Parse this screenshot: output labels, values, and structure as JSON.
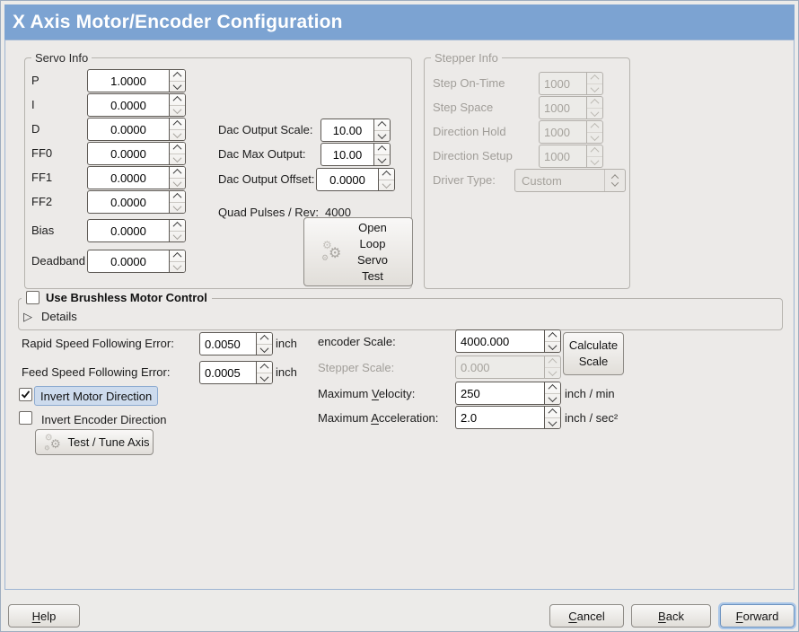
{
  "window": {
    "title": "X Axis Motor/Encoder Configuration"
  },
  "colors": {
    "titlebar": "#7ca3d2",
    "title_text": "#ffffff",
    "panel_border": "#9db4d2",
    "highlight_bg": "#cddbed",
    "highlight_border": "#8caad0",
    "focus_ring": "#a9c6e8",
    "disabled_text": "#a19e99"
  },
  "icons": {
    "expander_collapsed": "▷",
    "gear": "⚙"
  },
  "servo": {
    "legend": "Servo Info",
    "rows": [
      {
        "label": "P",
        "value": "1.0000"
      },
      {
        "label": "I",
        "value": "0.0000"
      },
      {
        "label": "D",
        "value": "0.0000"
      },
      {
        "label": "FF0",
        "value": "0.0000"
      },
      {
        "label": "FF1",
        "value": "0.0000"
      },
      {
        "label": "FF2",
        "value": "0.0000"
      },
      {
        "label": "Bias",
        "value": "0.0000"
      },
      {
        "label": "Deadband",
        "value": "0.0000"
      }
    ],
    "dac_scale_label": "Dac Output Scale:",
    "dac_scale_value": "10.00",
    "dac_max_label": "Dac Max Output:",
    "dac_max_value": "10.00",
    "dac_offset_label": "Dac Output Offset:",
    "dac_offset_value": "0.0000",
    "quad_label": "Quad Pulses / Rev:",
    "quad_value": "4000",
    "open_loop_button": "Open Loop Servo Test"
  },
  "stepper": {
    "legend": "Stepper Info",
    "rows": [
      {
        "label": "Step On-Time",
        "value": "1000"
      },
      {
        "label": "Step Space",
        "value": "1000"
      },
      {
        "label": "Direction Hold",
        "value": "1000"
      },
      {
        "label": "Direction Setup",
        "value": "1000"
      }
    ],
    "driver_label": "Driver Type:",
    "driver_value": "Custom"
  },
  "brushless": {
    "label": "Use Brushless Motor Control",
    "checked": false,
    "details_label": "Details"
  },
  "following": {
    "rapid_label": "Rapid Speed Following Error:",
    "rapid_value": "0.0050",
    "rapid_unit": "inch",
    "feed_label": "Feed Speed Following Error:",
    "feed_value": "0.0005",
    "feed_unit": "inch"
  },
  "direction": {
    "invert_motor_label": "Invert Motor Direction",
    "invert_motor_checked": true,
    "invert_encoder_label": "Invert Encoder Direction",
    "invert_encoder_checked": false,
    "test_tune_button": "Test / Tune Axis"
  },
  "scale": {
    "encoder_label": "encoder Scale:",
    "encoder_value": "4000.000",
    "stepper_label": "Stepper Scale:",
    "stepper_value": "0.000",
    "calculate_button": "Calculate Scale",
    "velocity_label": "Maximum _Velocity:",
    "velocity_value": "250",
    "velocity_unit": "inch / min",
    "accel_label": "Maximum _Acceleration:",
    "accel_value": "2.0",
    "accel_unit": "inch / sec²"
  },
  "footer": {
    "help": "_Help",
    "cancel": "_Cancel",
    "back": "_Back",
    "forward": "_Forward"
  }
}
